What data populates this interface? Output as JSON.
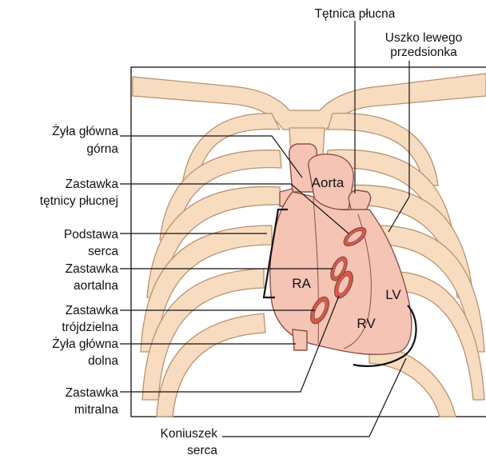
{
  "labels": {
    "pulmonary_artery": "Tętnica płucna",
    "left_atrial_appendage_1": "Uszko lewego",
    "left_atrial_appendage_2": "przedsionka",
    "svc_1": "Żyła główna",
    "svc_2": "górna",
    "pulmonary_valve_1": "Zastawka",
    "pulmonary_valve_2": "tętnicy płucnej",
    "heart_base_1": "Podstawa",
    "heart_base_2": "serca",
    "aortic_valve_1": "Zastawka",
    "aortic_valve_2": "aortalna",
    "tricuspid_valve_1": "Zastawka",
    "tricuspid_valve_2": "trójdzielna",
    "ivc_1": "Żyła główna",
    "ivc_2": "dolna",
    "mitral_valve_1": "Zastawka",
    "mitral_valve_2": "mitralna",
    "apex_1": "Koniuszek",
    "apex_2": "serca",
    "aorta": "Aorta",
    "ra": "RA",
    "rv": "RV",
    "lv": "LV"
  },
  "colors": {
    "bone_fill": "#f8dcc0",
    "bone_stroke": "#b8926f",
    "heart_fill": "#f5c4b4",
    "heart_stroke": "#8a5046",
    "valve_fill": "#e0574a",
    "leader_line": "#111111"
  }
}
